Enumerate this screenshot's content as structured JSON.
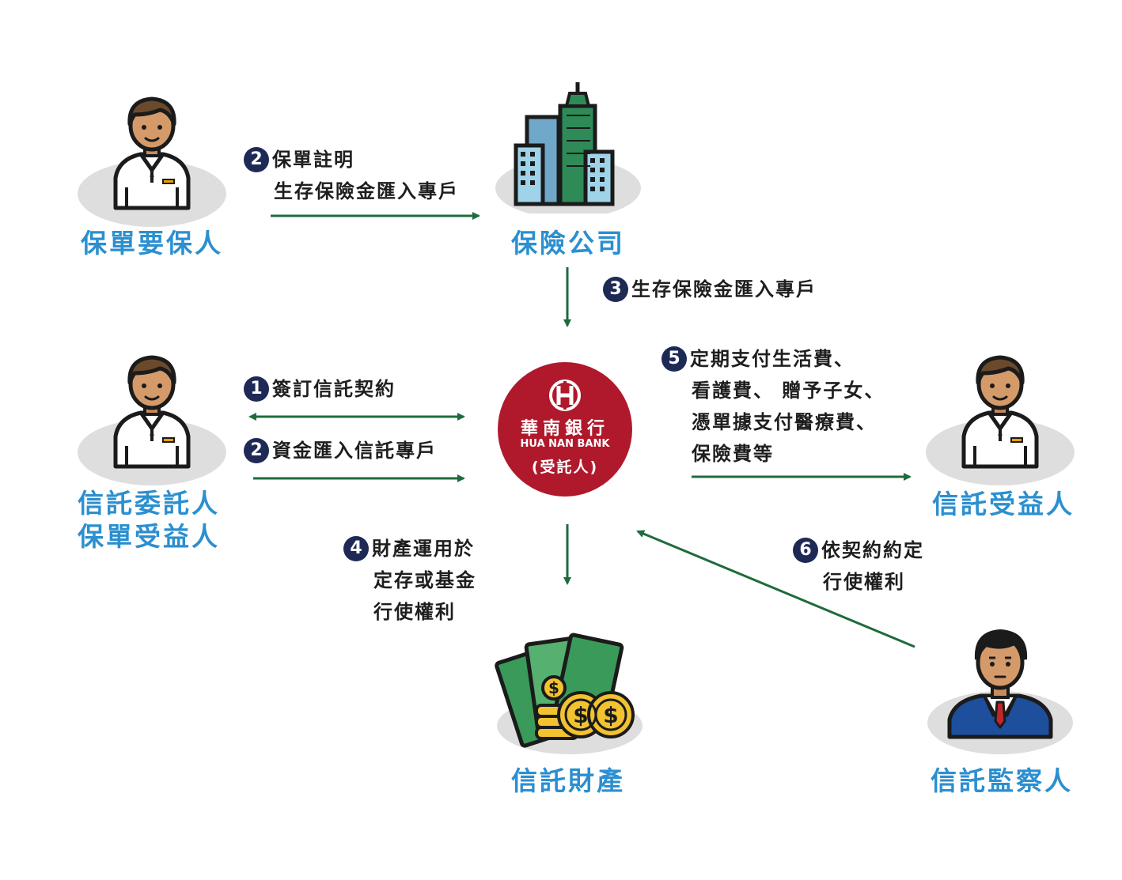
{
  "nodes": {
    "policyholder": "保單要保人",
    "insurer": "保險公司",
    "settlor_line1": "信託委託人",
    "settlor_line2": "保單受益人",
    "beneficiary": "信託受益人",
    "trust_property": "信託財產",
    "supervisor": "信託監察人"
  },
  "bank": {
    "name": "華南銀行",
    "name_en": "HUA NAN BANK",
    "role": "(受託人)"
  },
  "steps": {
    "s2_top": {
      "num": "2",
      "line1": "保單註明",
      "line2": "生存保險金匯入專戶"
    },
    "s3": {
      "num": "3",
      "line1": "生存保險金匯入專戶"
    },
    "s1": {
      "num": "1",
      "line1": "簽訂信託契約"
    },
    "s2_mid": {
      "num": "2",
      "line1": "資金匯入信託專戶"
    },
    "s5": {
      "num": "5",
      "line1": "定期支付生活費、",
      "line2": "看護費、 贈予子女、",
      "line3": "憑單據支付醫療費、",
      "line4": "保險費等"
    },
    "s4": {
      "num": "4",
      "line1": "財產運用於",
      "line2": "定存或基金",
      "line3": "行使權利"
    },
    "s6": {
      "num": "6",
      "line1": "依契約約定",
      "line2": "行使權利"
    }
  },
  "colors": {
    "arrow": "#1f6b3c",
    "label": "#2b8fd0",
    "bank": "#b0192c",
    "badge": "#1e2a55"
  }
}
